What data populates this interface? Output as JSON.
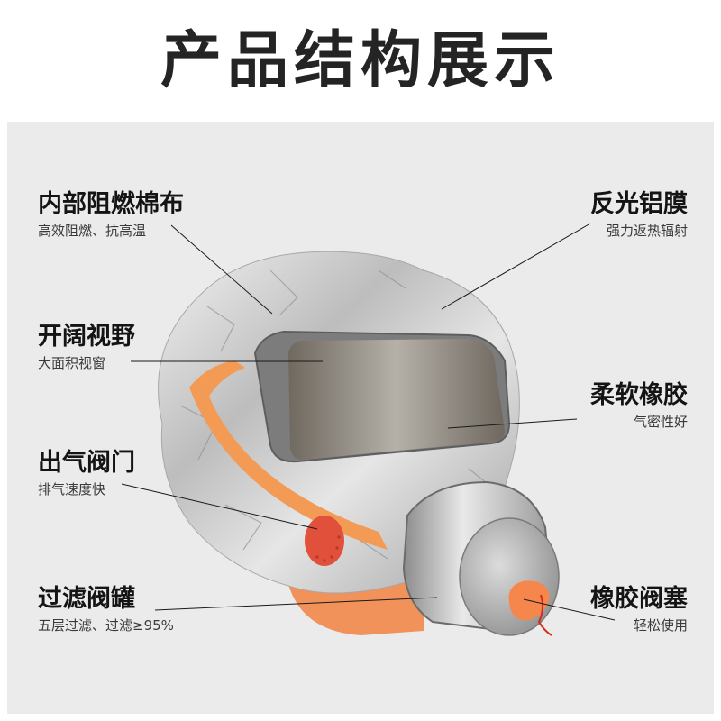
{
  "title": "产品结构展示",
  "colors": {
    "background": "#ffffff",
    "panel": "#ebebeb",
    "title_text": "#242424",
    "strap_orange": "#f39a55",
    "valve_red": "#e0503a",
    "visor": "#8d8880",
    "foil": "#c9c9c9",
    "canister": "#b8b8b8"
  },
  "callouts": [
    {
      "id": "flame-retardant-cotton",
      "heading": "内部阻燃棉布",
      "subtext": "高效阻燃、抗高温",
      "side": "left"
    },
    {
      "id": "reflective-aluminum-film",
      "heading": "反光铝膜",
      "subtext": "强力返热辐射",
      "side": "right"
    },
    {
      "id": "wide-view",
      "heading": "开阔视野",
      "subtext": "大面积视窗",
      "side": "left"
    },
    {
      "id": "soft-rubber",
      "heading": "柔软橡胶",
      "subtext": "气密性好",
      "side": "right"
    },
    {
      "id": "exhaust-valve",
      "heading": "出气阀门",
      "subtext": "排气速度快",
      "side": "left"
    },
    {
      "id": "filter-canister",
      "heading": "过滤阀罐",
      "subtext": "五层过滤、过滤≥95%",
      "side": "left"
    },
    {
      "id": "rubber-plug",
      "heading": "橡胶阀塞",
      "subtext": "轻松使用",
      "side": "right"
    }
  ]
}
